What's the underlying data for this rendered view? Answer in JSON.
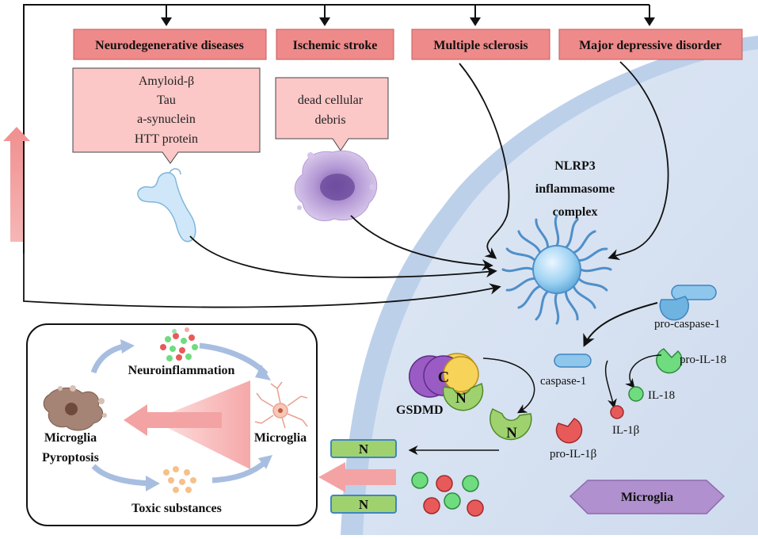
{
  "diseases": [
    {
      "label": "Neurodegenerative diseases"
    },
    {
      "label": "Ischemic stroke"
    },
    {
      "label": "Multiple sclerosis"
    },
    {
      "label": "Major depressive disorder"
    }
  ],
  "callouts": {
    "neuro": [
      "Amyloid-β",
      "Tau",
      "a-synuclein",
      "HTT protein"
    ],
    "stroke": [
      "dead cellular",
      "debris"
    ]
  },
  "nlrp3": {
    "lines": [
      "NLRP3",
      "inflammasome",
      "complex"
    ]
  },
  "molecules": {
    "pro_caspase": "pro-caspase-1",
    "caspase": "caspase-1",
    "pro_il18": "pro-IL-18",
    "il18": "IL-18",
    "il1b": "IL-1β",
    "pro_il1b": "pro-IL-1β",
    "gsdmd": "GSDMD",
    "c_label": "C",
    "n_label": "N",
    "n_cleaved": "N",
    "pore_n1": "N",
    "pore_n2": "N"
  },
  "cell_label": "Microglia",
  "cycle": {
    "neuroinflammation": "Neuroinflammation",
    "microglia": "Microglia",
    "pyroptosis": [
      "Microglia",
      "Pyroptosis"
    ],
    "toxic": "Toxic substances"
  },
  "colors": {
    "box_fill": "#ef8a8a",
    "callout_fill": "#fbc7c7",
    "cell_fill": "#d9e4f3",
    "membrane": "#b9cde8",
    "arrow_pink": "#f3a3a3",
    "red_dot": "#e85a5a",
    "green_dot": "#6fdc7f",
    "gsdmd_green": "#9fd26f",
    "caspase_blue": "#8ec6ec",
    "purple": "#9b5bc4",
    "yellow": "#f7d35a"
  }
}
